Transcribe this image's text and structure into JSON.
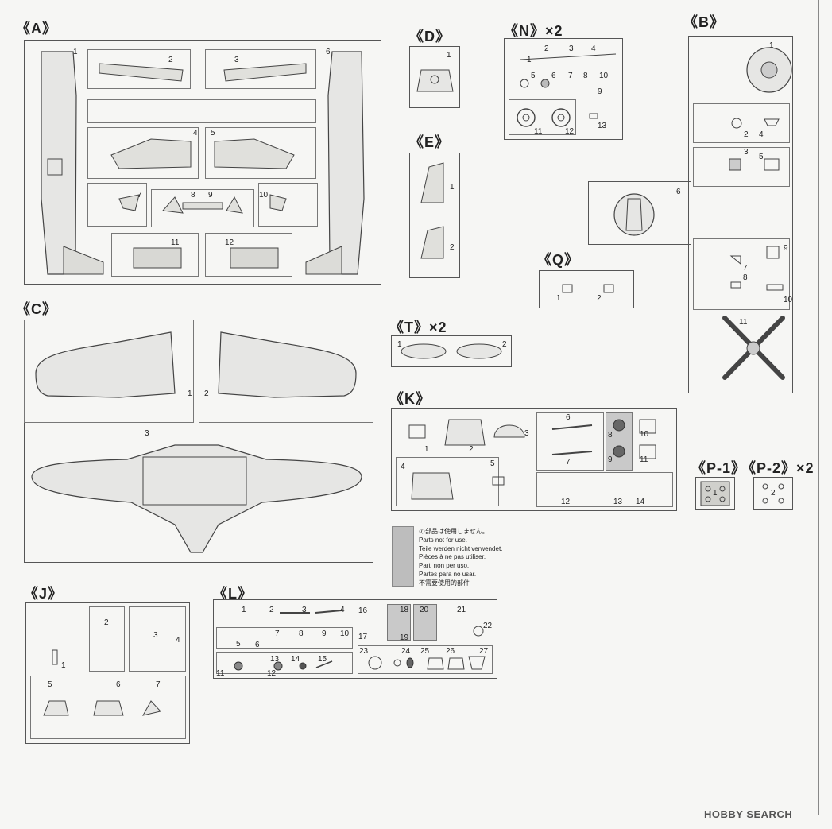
{
  "sprues": {
    "A": {
      "label": "《A》",
      "parts": [
        "1",
        "2",
        "3",
        "4",
        "5",
        "6",
        "7",
        "8",
        "9",
        "10",
        "11",
        "12"
      ]
    },
    "D": {
      "label": "《D》",
      "parts": [
        "1"
      ]
    },
    "N": {
      "label": "《N》×2",
      "parts": [
        "1",
        "2",
        "3",
        "4",
        "5",
        "6",
        "7",
        "8",
        "9",
        "10",
        "11",
        "12",
        "13"
      ]
    },
    "B": {
      "label": "《B》",
      "parts": [
        "1",
        "2",
        "3",
        "4",
        "5",
        "6",
        "7",
        "8",
        "9",
        "10",
        "11"
      ]
    },
    "E": {
      "label": "《E》",
      "parts": [
        "1",
        "2"
      ]
    },
    "Q": {
      "label": "《Q》",
      "parts": [
        "1",
        "2"
      ]
    },
    "C": {
      "label": "《C》",
      "parts": [
        "1",
        "2",
        "3"
      ]
    },
    "T": {
      "label": "《T》×2",
      "parts": [
        "1",
        "2"
      ]
    },
    "K": {
      "label": "《K》",
      "parts": [
        "1",
        "2",
        "3",
        "4",
        "5",
        "6",
        "7",
        "8",
        "9",
        "10",
        "11",
        "12",
        "13",
        "14"
      ]
    },
    "P1": {
      "label": "《P-1》",
      "parts": [
        "1"
      ]
    },
    "P2": {
      "label": "《P-2》×2",
      "parts": [
        "2"
      ]
    },
    "J": {
      "label": "《J》",
      "parts": [
        "1",
        "2",
        "3",
        "4",
        "5",
        "6",
        "7"
      ]
    },
    "L": {
      "label": "《L》",
      "parts": [
        "1",
        "2",
        "3",
        "4",
        "5",
        "6",
        "7",
        "8",
        "9",
        "10",
        "11",
        "12",
        "13",
        "14",
        "15",
        "16",
        "17",
        "18",
        "19",
        "20",
        "21",
        "22",
        "23",
        "24",
        "25",
        "26",
        "27"
      ]
    }
  },
  "notice": {
    "lines": [
      "の部品は使用しません。",
      "Parts not for use.",
      "Teile werden nicht verwendet.",
      "Pièces à ne pas utiliser.",
      "Parti non per uso.",
      "Partes para no usar.",
      "不需要使用的部件"
    ]
  },
  "watermark": "HOBBY SEARCH",
  "colors": {
    "unused": "#c9c9c9",
    "line": "#555555",
    "paper": "#f6f6f4"
  }
}
